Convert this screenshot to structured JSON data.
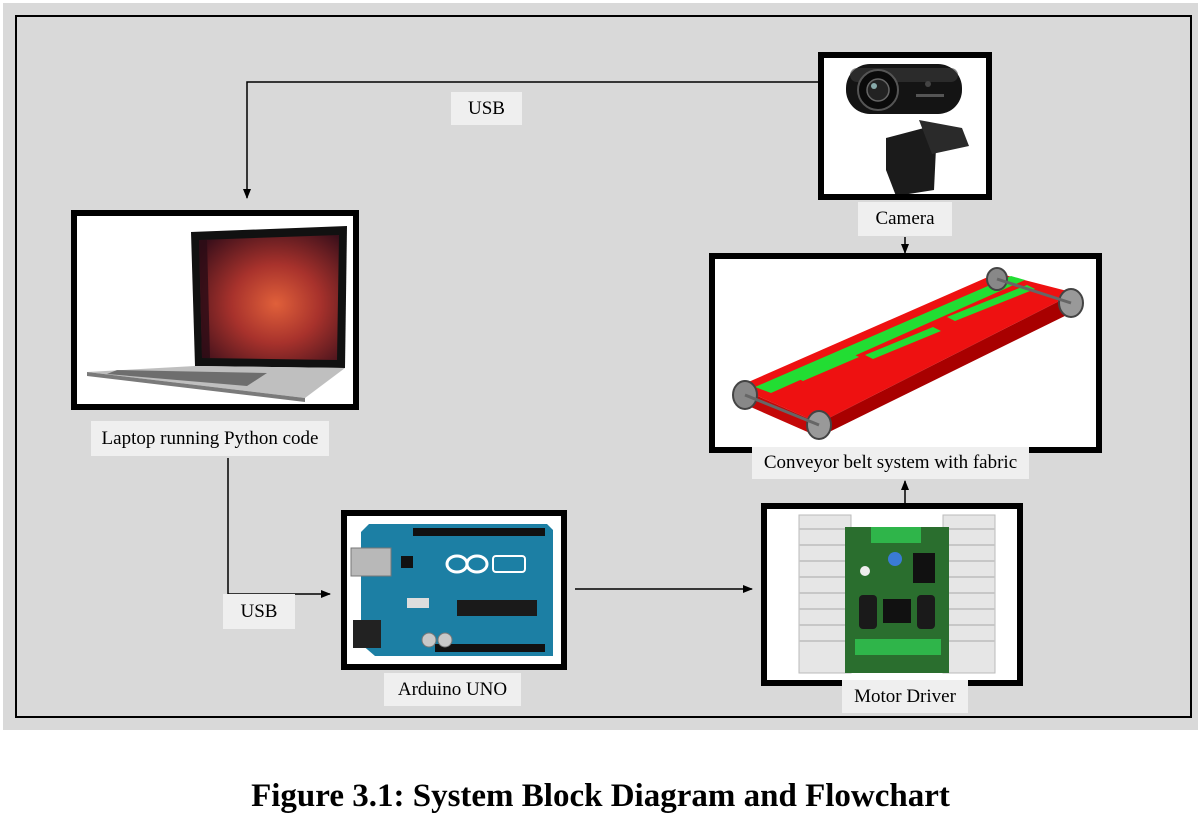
{
  "labels": {
    "usb_top": "USB",
    "camera": "Camera",
    "laptop": "Laptop running Python code",
    "conveyor": "Conveyor belt system with fabric",
    "usb_bottom": "USB",
    "arduino": "Arduino UNO",
    "motor_driver": "Motor Driver"
  },
  "caption": "Figure 3.1: System Block Diagram and Flowchart",
  "colors": {
    "panel_bg": "#d9d9d9",
    "label_bg": "#efefef",
    "belt_red": "#ee1111",
    "fabric_green": "#22dd33",
    "arduino_blue": "#1c7fa4",
    "driver_green": "#2a6e2e"
  },
  "edges": [
    {
      "from": "camera",
      "to": "laptop",
      "label": "USB"
    },
    {
      "from": "camera",
      "to": "conveyor"
    },
    {
      "from": "laptop",
      "to": "arduino",
      "label": "USB"
    },
    {
      "from": "arduino",
      "to": "motor_driver"
    },
    {
      "from": "motor_driver",
      "to": "conveyor"
    }
  ]
}
